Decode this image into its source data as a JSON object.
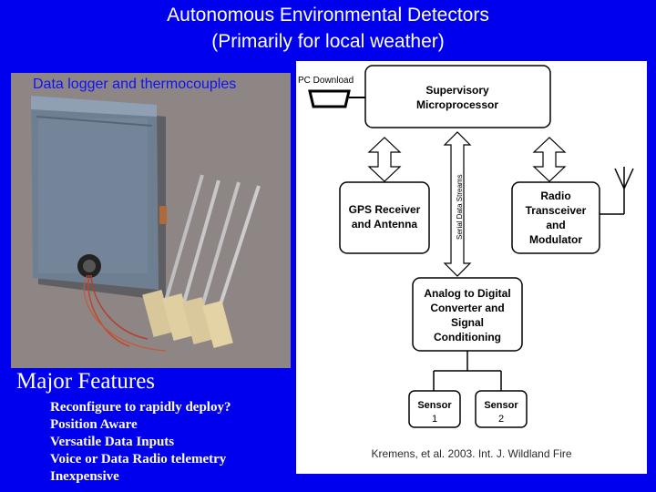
{
  "title": {
    "line1": "Autonomous Environmental Detectors",
    "line2": "(Primarily for local weather)"
  },
  "photo": {
    "caption": "Data logger and thermocouples"
  },
  "features": {
    "heading": "Major Features",
    "items": [
      "Reconfigure to rapidly deploy?",
      "Position Aware",
      "Versatile Data Inputs",
      "Voice or Data Radio telemetry",
      "Inexpensive"
    ]
  },
  "diagram": {
    "pc_download": "PC Download",
    "supervisory": [
      "Supervisory",
      "Microprocessor"
    ],
    "gps": [
      "GPS Receiver",
      "and Antenna"
    ],
    "radio": [
      "Radio",
      "Transceiver",
      "and",
      "Modulator"
    ],
    "data_streams": "Serial Data Streams",
    "adc": [
      "Analog to Digital",
      "Converter and",
      "Signal",
      "Conditioning"
    ],
    "sensor1": [
      "Sensor",
      "1"
    ],
    "sensor2": [
      "Sensor",
      "2"
    ],
    "citation": "Kremens, et al. 2003. Int. J. Wildland Fire"
  },
  "colors": {
    "background": "#0000ee",
    "title_text": "#ffffff",
    "caption_text": "#1010ff",
    "diagram_background": "#ffffff"
  }
}
